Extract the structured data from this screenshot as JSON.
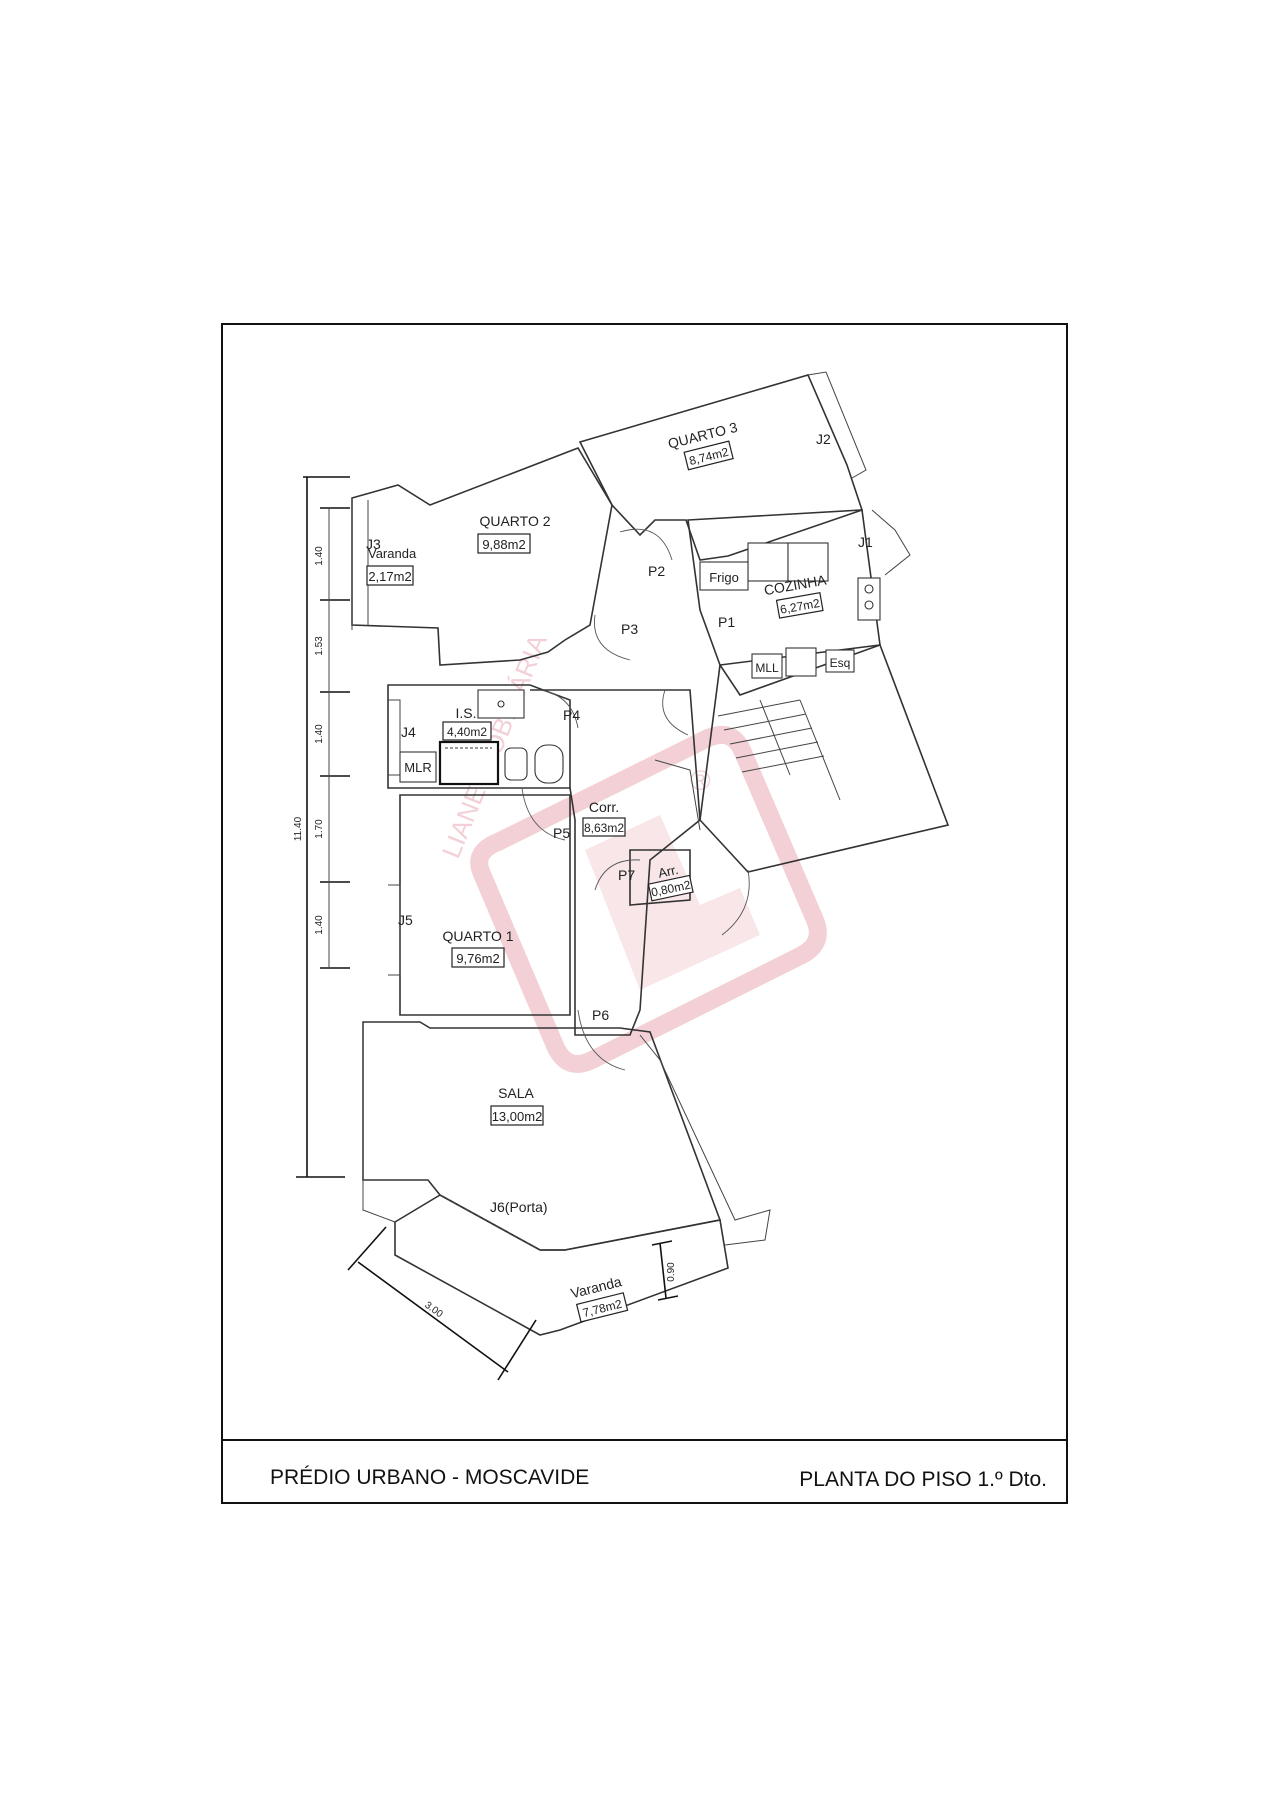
{
  "footer": {
    "left_title": "PRÉDIO URBANO  -  MOSCAVIDE",
    "right_title": "PLANTA DO PISO 1.º Dto."
  },
  "rooms": {
    "quarto3": {
      "name": "QUARTO  3",
      "area": "8,74m2"
    },
    "quarto2": {
      "name": "QUARTO  2",
      "area": "9,88m2"
    },
    "varanda_small": {
      "name": "Varanda",
      "area": "2,17m2"
    },
    "cozinha": {
      "name": "COZINHA",
      "area": "6,27m2"
    },
    "is": {
      "name": "I.S.",
      "area": "4,40m2"
    },
    "corr": {
      "name": "Corr.",
      "area": "8,63m2"
    },
    "arr": {
      "name": "Arr.",
      "area": "0,80m2"
    },
    "quarto1": {
      "name": "QUARTO  1",
      "area": "9,76m2"
    },
    "sala": {
      "name": "SALA",
      "area": "13,00m2"
    },
    "varanda_large": {
      "name": "Varanda",
      "area": "7,78m2"
    }
  },
  "openings": {
    "j1": "J1",
    "j2": "J2",
    "j3": "J3",
    "j4": "J4",
    "j5": "J5",
    "j6": "J6(Porta)",
    "p1": "P1",
    "p2": "P2",
    "p3": "P3",
    "p4": "P4",
    "p5": "P5",
    "p6": "P6",
    "p7": "P7"
  },
  "fixtures": {
    "frigo": "Frigo",
    "mlr": "MLR",
    "mll": "MLL",
    "esq": "Esq"
  },
  "dimensions": {
    "d1": "1.40",
    "d2": "1.53",
    "d3": "1.40",
    "d4": "1.70",
    "d5": "1.40",
    "total": "11.40",
    "balcony_width": "3.00",
    "balcony_depth": "0.90"
  },
  "watermark": {
    "arc_text": "LIANE IMOBILIÁRIA",
    "registered": "®",
    "color": "#e8aab4"
  }
}
